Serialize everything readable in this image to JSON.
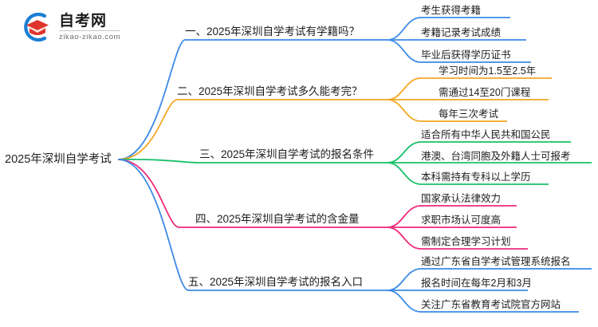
{
  "logo": {
    "title": "自考网",
    "url": "zikao-zikao.com",
    "mark_arc_color": "#1a7fd4",
    "mark_cap_color": "#e0342c"
  },
  "mindmap": {
    "root": "2025年深圳自学考试",
    "branches": [
      {
        "label": "一、2025年深圳自学考试有学籍吗？",
        "color": "#3b8ae8",
        "children": [
          "考生获得考籍",
          "考籍记录考试成绩",
          "毕业后获得学历证书"
        ]
      },
      {
        "label": "二、2025年深圳自学考试多久能考完？",
        "color": "#f5a623",
        "children": [
          "学习时间为1.5至2.5年",
          "需通过14至20门课程",
          "每年三次考试"
        ]
      },
      {
        "label": "三、2025年深圳自学考试的报名条件",
        "color": "#18c06a",
        "children": [
          "适合所有中华人民共和国公民",
          "港澳、台湾同胞及外籍人士可报考",
          "本科需持有专科以上学历"
        ]
      },
      {
        "label": "四、2025年深圳自学考试的含金量",
        "color": "#ee2a7b",
        "children": [
          "国家承认法律效力",
          "求职市场认可度高",
          "需制定合理学习计划"
        ]
      },
      {
        "label": "五、2025年深圳自学考试的报名入口",
        "color": "#3b8ae8",
        "children": [
          "通过广东省自学考试管理系统报名",
          "报名时间在每年2月和3月",
          "关注广东省教育考试院官方网站"
        ]
      }
    ]
  }
}
